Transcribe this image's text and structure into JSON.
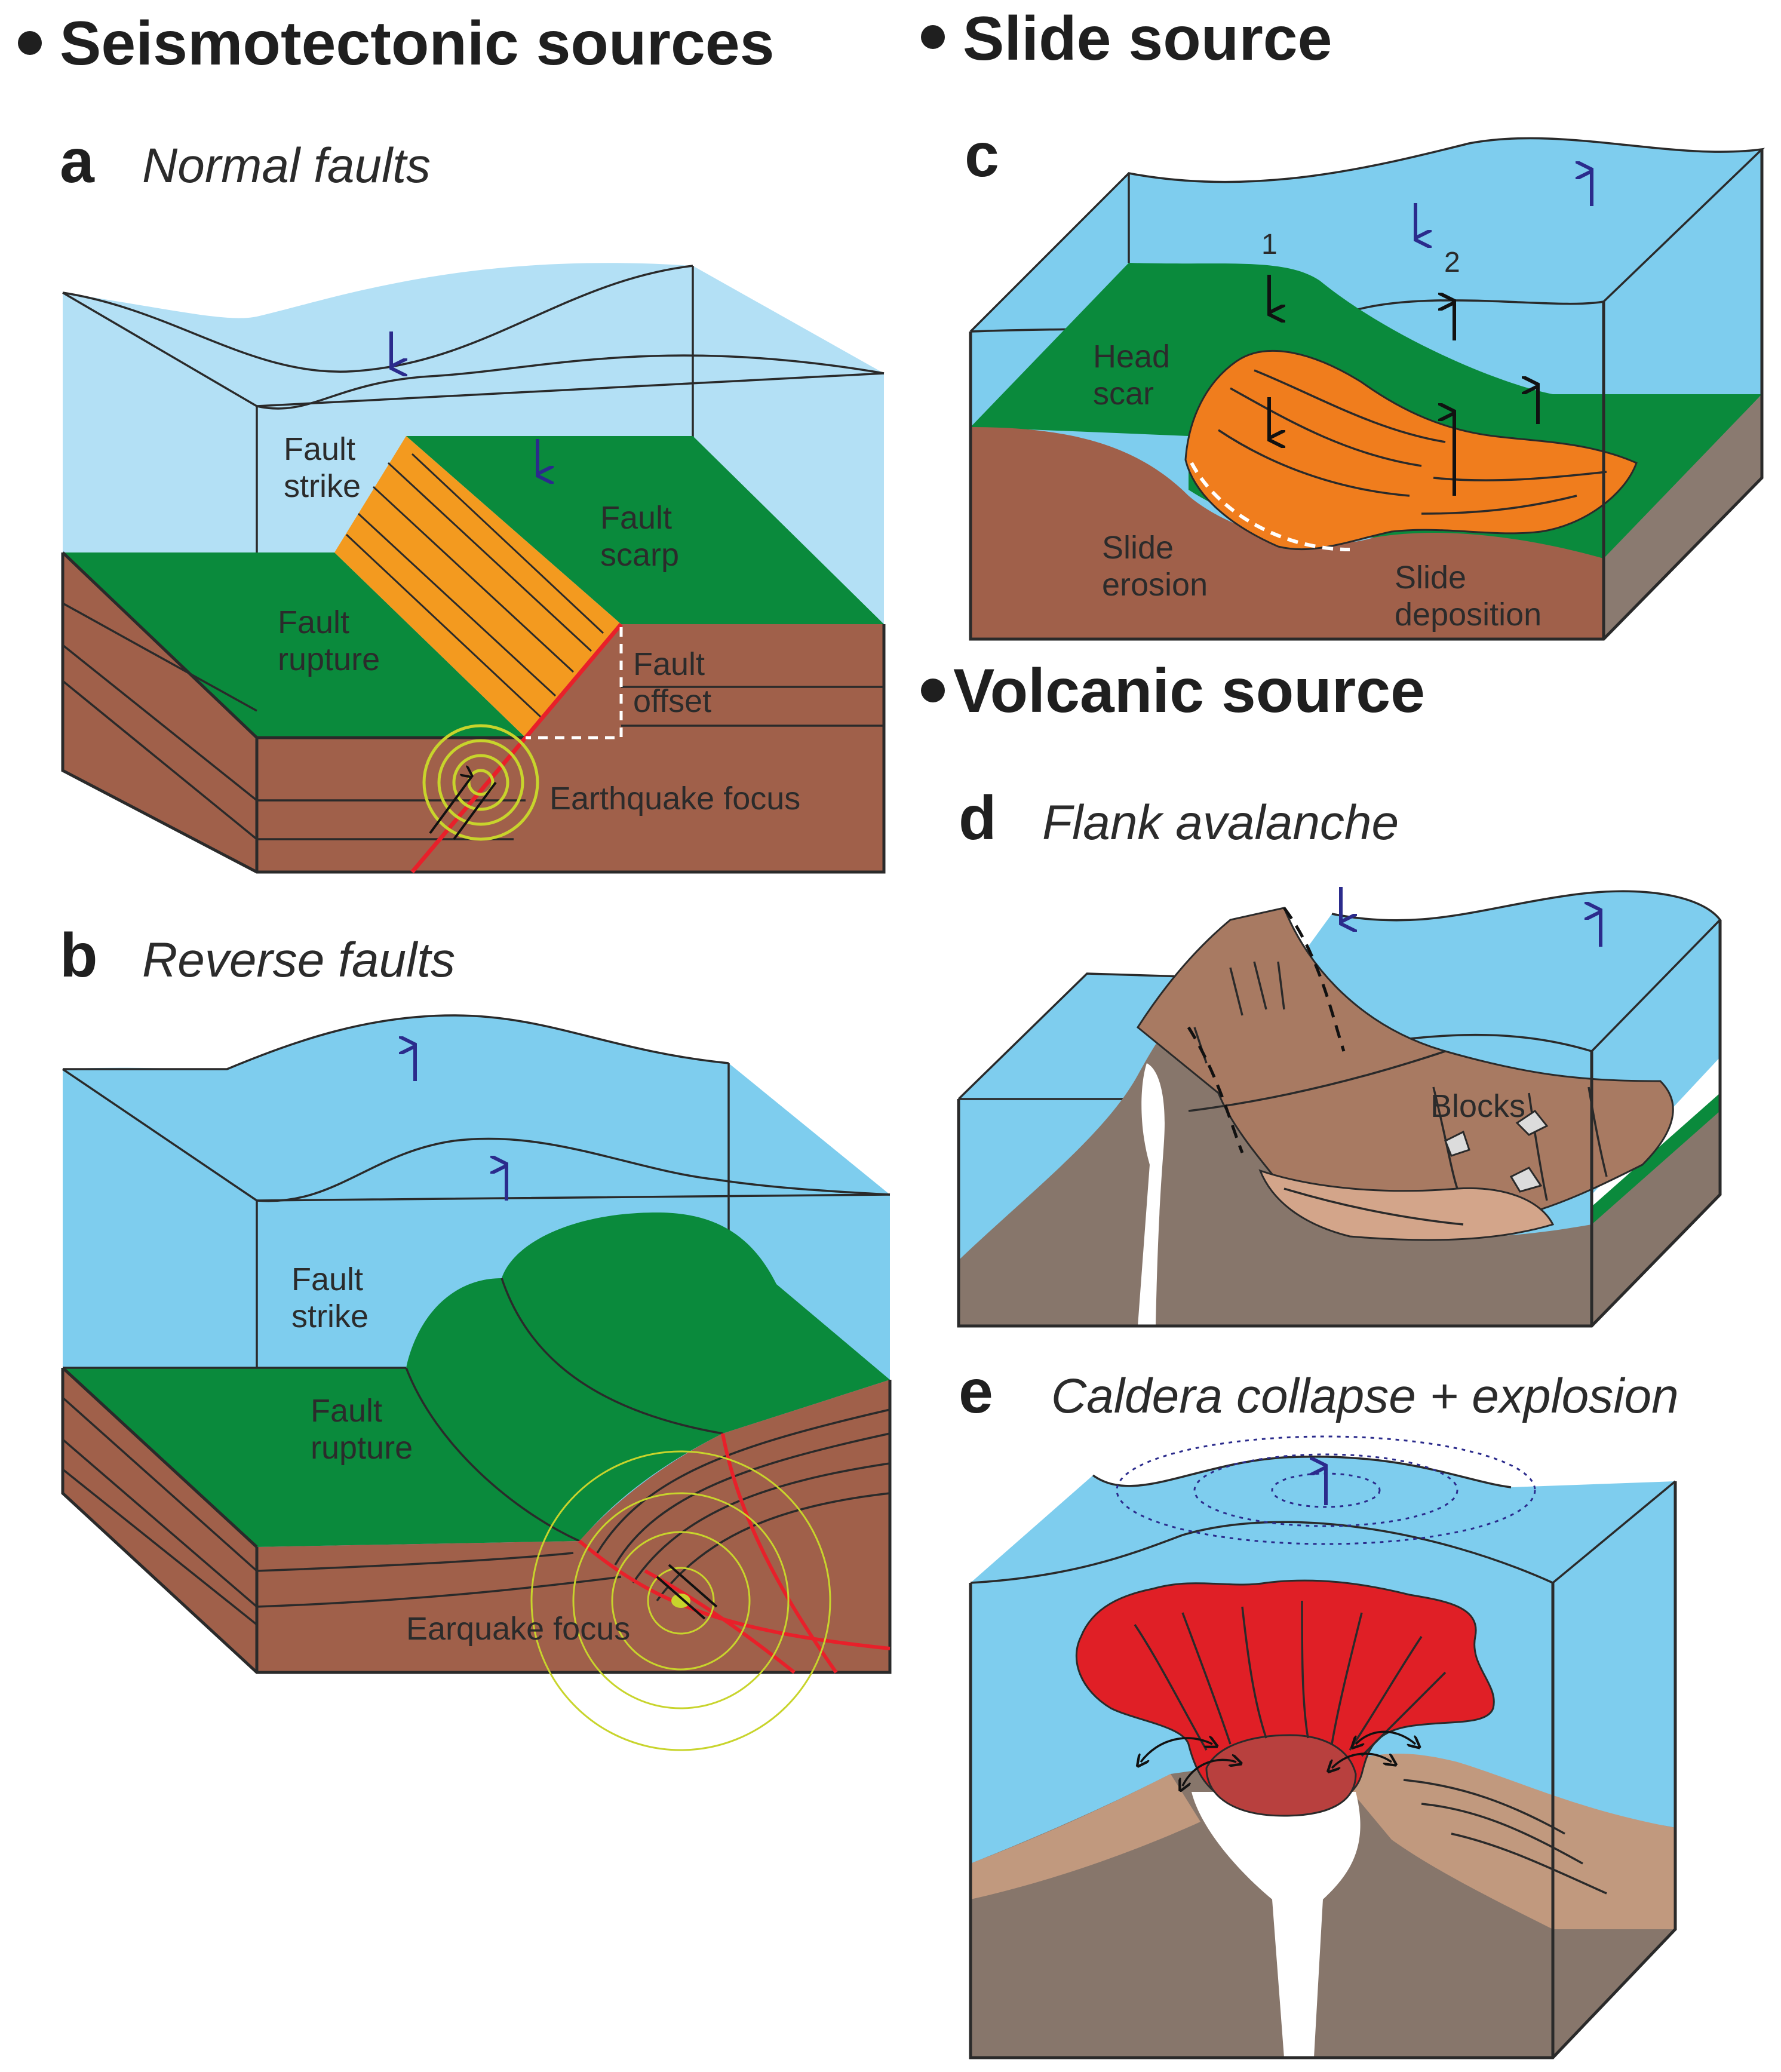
{
  "sections": {
    "seismo": "Seismotectonic sources",
    "slide": "Slide source",
    "volcanic": "Volcanic source"
  },
  "panels": {
    "a": {
      "letter": "a",
      "title": "Normal faults",
      "labels": {
        "fault_strike": [
          "Fault",
          "strike"
        ],
        "fault_scarp": [
          "Fault",
          "scarp"
        ],
        "fault_rupture": [
          "Fault",
          "rupture"
        ],
        "fault_offset": [
          "Fault",
          "offset"
        ],
        "focus": "Earthquake focus"
      }
    },
    "b": {
      "letter": "b",
      "title": "Reverse faults",
      "labels": {
        "fault_strike": [
          "Fault",
          "strike"
        ],
        "fault_rupture": [
          "Fault",
          "rupture"
        ],
        "focus": "Earquake focus"
      }
    },
    "c": {
      "letter": "c",
      "title": "",
      "labels": {
        "n1": "1",
        "n2": "2",
        "head_scar": [
          "Head",
          "scar"
        ],
        "slide_erosion": [
          "Slide",
          "erosion"
        ],
        "slide_deposition": [
          "Slide",
          "deposition"
        ]
      }
    },
    "d": {
      "letter": "d",
      "title": "Flank avalanche",
      "labels": {
        "blocks": "Blocks"
      }
    },
    "e": {
      "letter": "e",
      "title": "Caldera collapse + explosion"
    }
  },
  "colors": {
    "water_light": "#b3e0f5",
    "water": "#7ecdee",
    "seafloor": "#0a8a3c",
    "crust": "#a0604a",
    "fault_plane": "#f39a1f",
    "fault_line": "#e8202a",
    "rock_gray": "#87766b",
    "avalanche": "#a87a62",
    "debris": "#d3a58a",
    "eruption": "#e01f26",
    "vent": "#b8403e",
    "focus_ring": "#c8d42c"
  },
  "icons": [
    "bullet-icon",
    "down-arrow-icon",
    "up-arrow-icon",
    "earthquake-focus-icon"
  ]
}
